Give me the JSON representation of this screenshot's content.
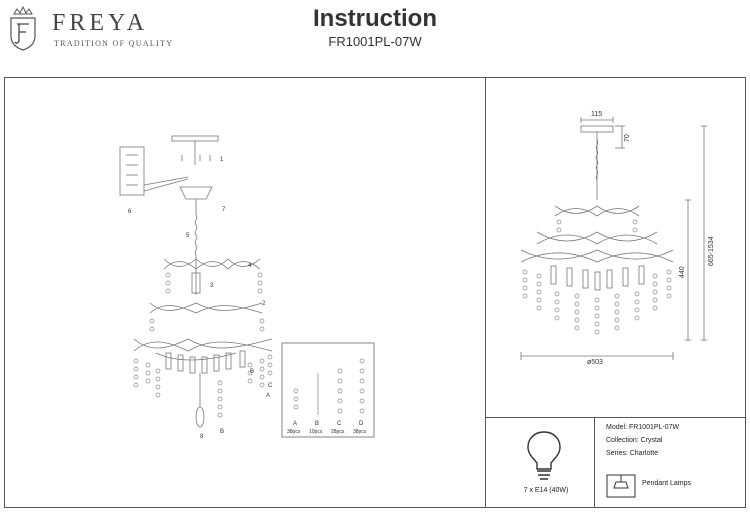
{
  "header": {
    "brand": "FREYA",
    "tagline": "TRADITION OF QUALITY",
    "title": "Instruction",
    "model": "FR1001PL-07W"
  },
  "assembly": {
    "part_numbers": [
      "1",
      "2",
      "3",
      "4",
      "5",
      "6",
      "7",
      "8"
    ],
    "crystal_letters": [
      "A",
      "B",
      "C",
      "D"
    ],
    "crystal_counts": [
      "38pcs",
      "10pcs",
      "28pcs",
      "38pcs"
    ],
    "side_letters": [
      "C",
      "B",
      "A",
      "B"
    ]
  },
  "dimensions": {
    "top_width": "115",
    "canopy_height": "70",
    "body_height": "440",
    "total_height": "665-1534",
    "diameter": "ø503"
  },
  "lamp": {
    "bulb_spec": "7 x E14 (40W)"
  },
  "spec": {
    "model": "Model: FR1001PL-07W",
    "collection": "Collection: Crystal",
    "series": "Series: Charlotte",
    "type_label": "Pendant Lamps"
  }
}
